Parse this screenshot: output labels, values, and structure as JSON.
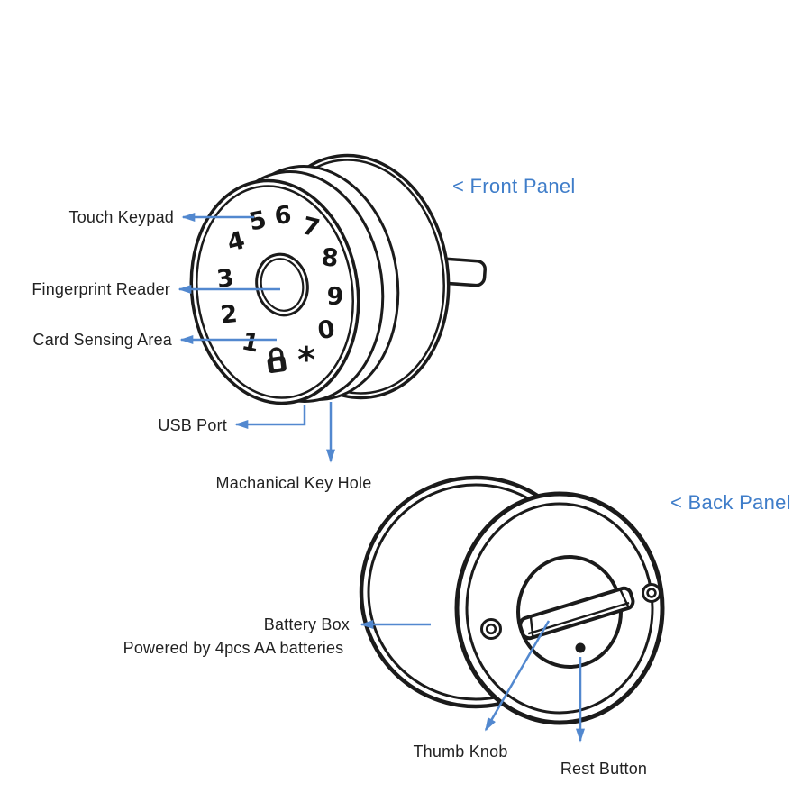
{
  "colors": {
    "line_black": "#1b1b1b",
    "arrow_blue": "#5288cf",
    "title_blue": "#3f7dc9",
    "background": "#ffffff"
  },
  "front_panel": {
    "title": "< Front Panel",
    "keypad_keys": [
      "1",
      "2",
      "3",
      "4",
      "5",
      "6",
      "7",
      "8",
      "9",
      "0",
      "*"
    ],
    "keypad_icons": [
      "padlock-icon"
    ],
    "labels": {
      "touch_keypad": "Touch Keypad",
      "fingerprint_reader": "Fingerprint Reader",
      "card_sensing_area": "Card Sensing Area",
      "usb_port": "USB Port",
      "mechanical_key_hole": "Machanical Key Hole"
    }
  },
  "back_panel": {
    "title": "< Back Panel",
    "labels": {
      "battery_box": "Battery Box",
      "battery_note": "Powered by 4pcs AA batteries",
      "thumb_knob": "Thumb Knob",
      "rest_button": "Rest Button"
    }
  }
}
